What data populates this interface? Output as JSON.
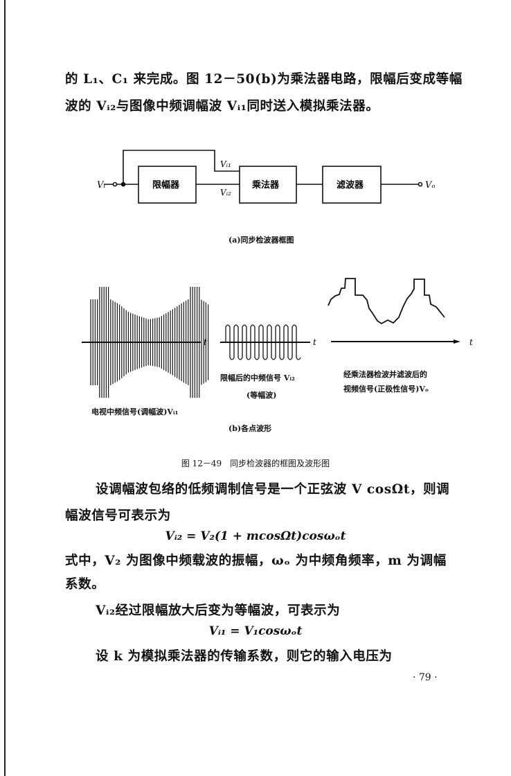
{
  "paragraph_top": {
    "line1": "的 L₁、C₁ 来完成。图 12－50(b)为乘法器电路，限幅后变成等幅",
    "line2": "波的 Vᵢ₂与图像中频调幅波 Vᵢ₁同时送入模拟乘法器。"
  },
  "block_diagram": {
    "input_label": "Vᵢ",
    "output_label": "Vₒ",
    "limiter": "限幅器",
    "multiplier": "乘法器",
    "filter": "滤波器",
    "vi1_label": "Vᵢ₁",
    "vi2_label": "Vᵢ₂",
    "caption": "(a)同步检波器框图"
  },
  "waveforms": {
    "axis_label": "t",
    "wave1_caption": "电视中频信号(调幅波)Vᵢ₁",
    "wave2_caption_line1": "限幅后的中频信号 Vᵢ₂",
    "wave2_caption_line2": "(等幅波)",
    "wave3_caption_line1": "经乘法器检波并滤波后的",
    "wave3_caption_line2": "视频信号(正极性信号)Vₒ",
    "caption": "(b)各点波形"
  },
  "figure_caption": "图 12－49　同步检波器的框图及波形图",
  "body": {
    "p1_line1": "设调幅波包络的低频调制信号是一个正弦波 V cosΩt，则调",
    "p1_line2": "幅波信号可表示为",
    "formula1": "Vᵢ₂ = V₂(1 + mcosΩt)cosωₒt",
    "p2_line1": "式中，V₂ 为图像中频载波的振幅，ωₒ 为中频角频率，m 为调幅",
    "p2_line2": "系数。",
    "p3_line1": "Vᵢ₂经过限幅放大后变为等幅波，可表示为",
    "formula2": "Vᵢ₁ = V₁cosωₒt",
    "p4_line1": "设 k 为模拟乘法器的传输系数，则它的输入电压为"
  },
  "page_number": "· 79 ·"
}
